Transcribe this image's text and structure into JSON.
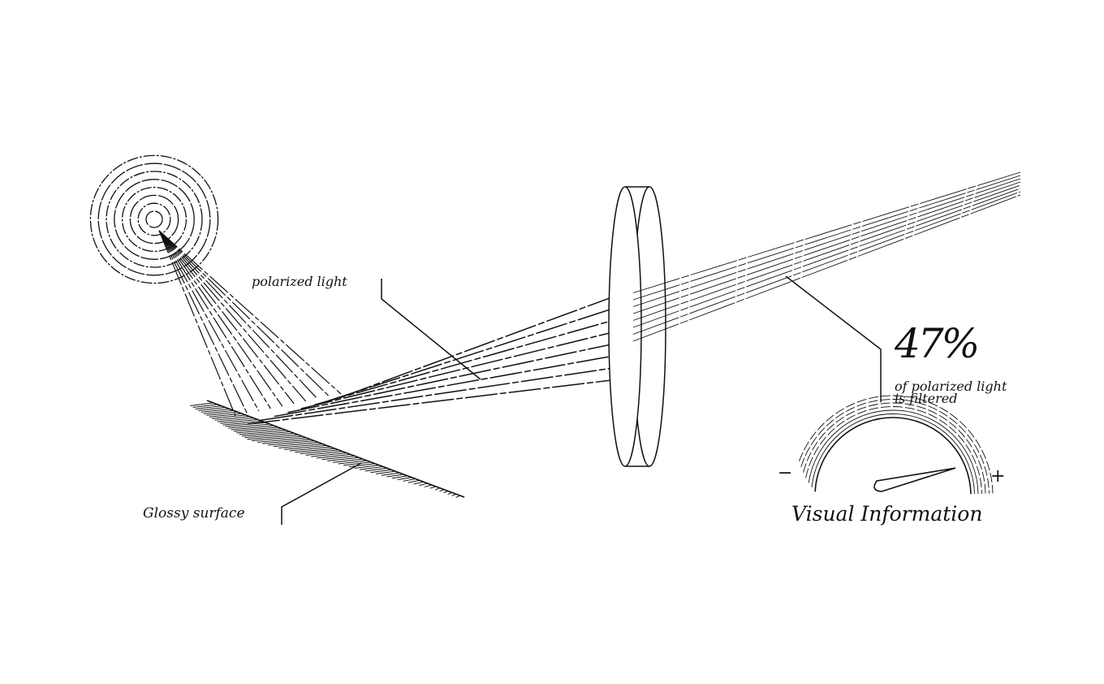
{
  "labels": {
    "polarized_light": "polarized light",
    "glossy_surface": "Glossy surface",
    "percent": "47%",
    "percent_caption_line1": "of polarized light",
    "percent_caption_line2": "is filtered",
    "gauge_minus": "−",
    "gauge_plus": "+",
    "gauge_title": "Visual Information"
  },
  "gauge": {
    "value_fraction": 0.85
  },
  "colors": {
    "ink": "#111111",
    "background": "#ffffff"
  }
}
